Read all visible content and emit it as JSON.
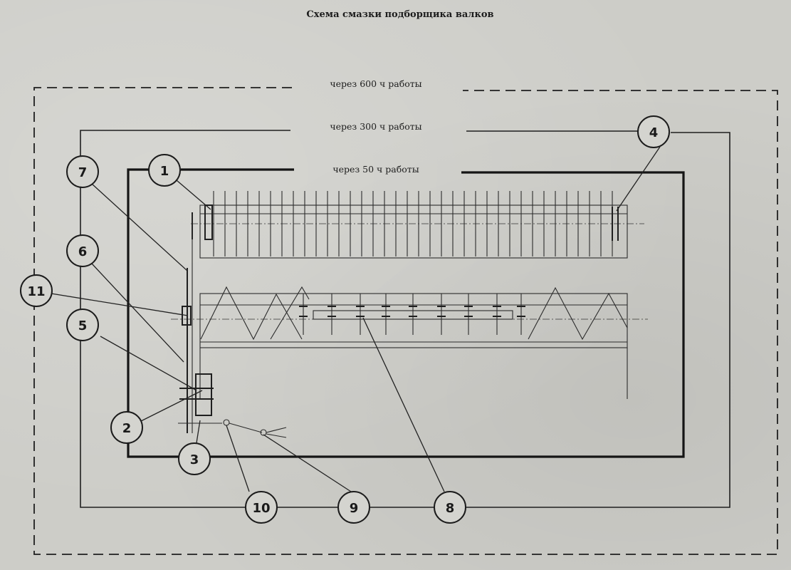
{
  "title": "Схема смазки подборщика валков",
  "intervals": {
    "h600": "через 600 ч работы",
    "h300": "через 300 ч работы",
    "h50": "через  50 ч работы"
  },
  "points": {
    "p1": "1",
    "p2": "2",
    "p3": "3",
    "p4": "4",
    "p5": "5",
    "p6": "6",
    "p7": "7",
    "p8": "8",
    "p9": "9",
    "p10": "10",
    "p11": "11"
  }
}
